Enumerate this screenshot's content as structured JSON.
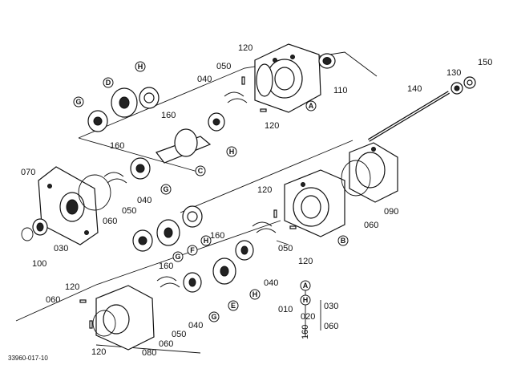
{
  "diagram_ref": "33960-017-10",
  "parts": {
    "p010": "010",
    "p020": "020",
    "p030": "030",
    "p040": "040",
    "p050": "050",
    "p060": "060",
    "p070": "070",
    "p080": "080",
    "p090": "090",
    "p100": "100",
    "p110": "110",
    "p120": "120",
    "p130": "130",
    "p140": "140",
    "p150": "150",
    "p160": "160"
  },
  "letters": {
    "A": "A",
    "B": "B",
    "C": "C",
    "D": "D",
    "E": "E",
    "F": "F",
    "G": "G",
    "H": "H"
  },
  "line_colors": {
    "ink": "#111111",
    "paper": "#ffffff"
  }
}
